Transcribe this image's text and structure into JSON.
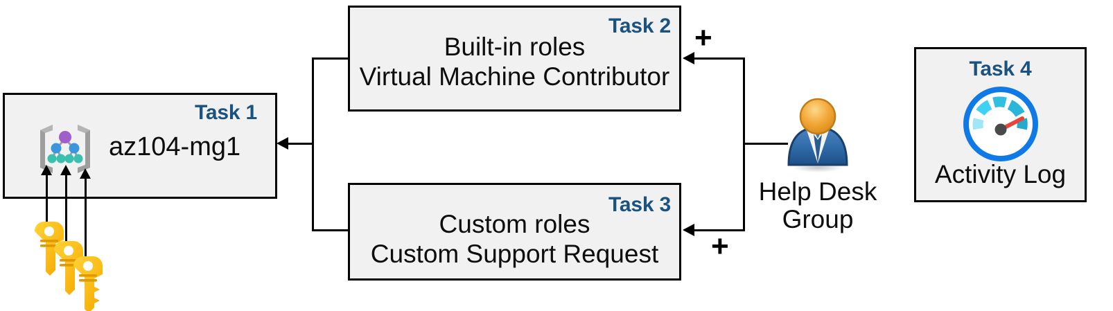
{
  "diagram": {
    "title": "Azure RBAC task diagram",
    "accent_color": "#1a5280",
    "box_fill": "#f1f1f1",
    "box_border": "#000000"
  },
  "task1": {
    "label": "Task 1",
    "name": "az104-mg1",
    "icon": "management-group-icon"
  },
  "task2": {
    "label": "Task 2",
    "line1": "Built-in roles",
    "line2": "Virtual Machine Contributor"
  },
  "task3": {
    "label": "Task 3",
    "line1": "Custom roles",
    "line2": "Custom Support Request"
  },
  "task4": {
    "label": "Task 4",
    "caption": "Activity Log",
    "icon": "gauge-icon"
  },
  "actor": {
    "icon": "user-group-icon",
    "line1": "Help Desk",
    "line2": "Group"
  },
  "symbols": {
    "plus_top": "+",
    "plus_bottom": "+"
  },
  "keys": {
    "icon": "keys-icon",
    "count": 3
  }
}
